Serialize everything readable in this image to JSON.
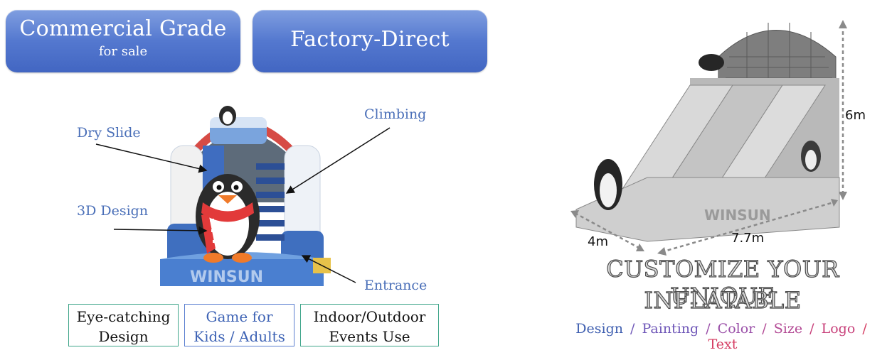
{
  "badges": {
    "commercial": {
      "title": "Commercial Grade",
      "subtitle": "for sale"
    },
    "factory": {
      "title": "Factory-Direct"
    }
  },
  "callouts": {
    "dry_slide": "Dry Slide",
    "climbing": "Climbing",
    "design_3d": "3D Design",
    "entrance": "Entrance"
  },
  "features": [
    {
      "line1": "Eye-catching",
      "line2": "Design",
      "border": "#3fa58a",
      "color": "#111111"
    },
    {
      "line1": "Game for",
      "line2": "Kids / Adults",
      "border": "#5b7fd0",
      "color": "#3e63b5"
    },
    {
      "line1": "Indoor/Outdoor",
      "line2": "Events Use",
      "border": "#3fa58a",
      "color": "#111111"
    }
  ],
  "dimensions": {
    "height": "6m",
    "width": "4m",
    "length": "7.7m"
  },
  "headline": {
    "line1": "CUSTOMIZE YOUR UNIQUE",
    "line2": "INFLATABLE"
  },
  "options": {
    "items": [
      {
        "label": "Design",
        "color": "#3f5fb0"
      },
      {
        "label": "Painting",
        "color": "#6f57b8"
      },
      {
        "label": "Color",
        "color": "#9a4fa8"
      },
      {
        "label": "Size",
        "color": "#b34a95"
      },
      {
        "label": "Logo",
        "color": "#c8407a"
      },
      {
        "label": "Text",
        "color": "#d53c62"
      }
    ],
    "separator": "/"
  },
  "brand": {
    "logo_text": "WINSUN"
  }
}
